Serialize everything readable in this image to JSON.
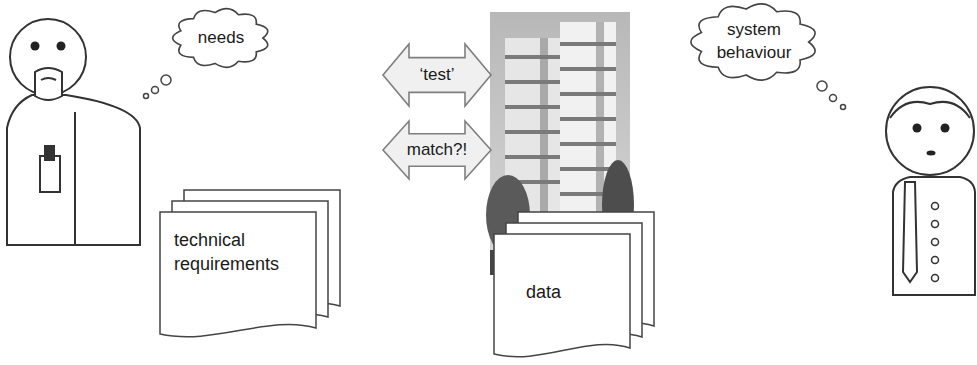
{
  "diagram": {
    "nodes": [
      {
        "text": [
          "needs"
        ]
      },
      {
        "text": [
          "system behaviour"
        ]
      },
      {
        "text": [
          "‘test’"
        ]
      },
      {
        "text": [
          "match?!"
        ]
      },
      {
        "text": [
          "technical requirements"
        ]
      },
      {
        "text": [
          "data"
        ]
      }
    ]
  }
}
